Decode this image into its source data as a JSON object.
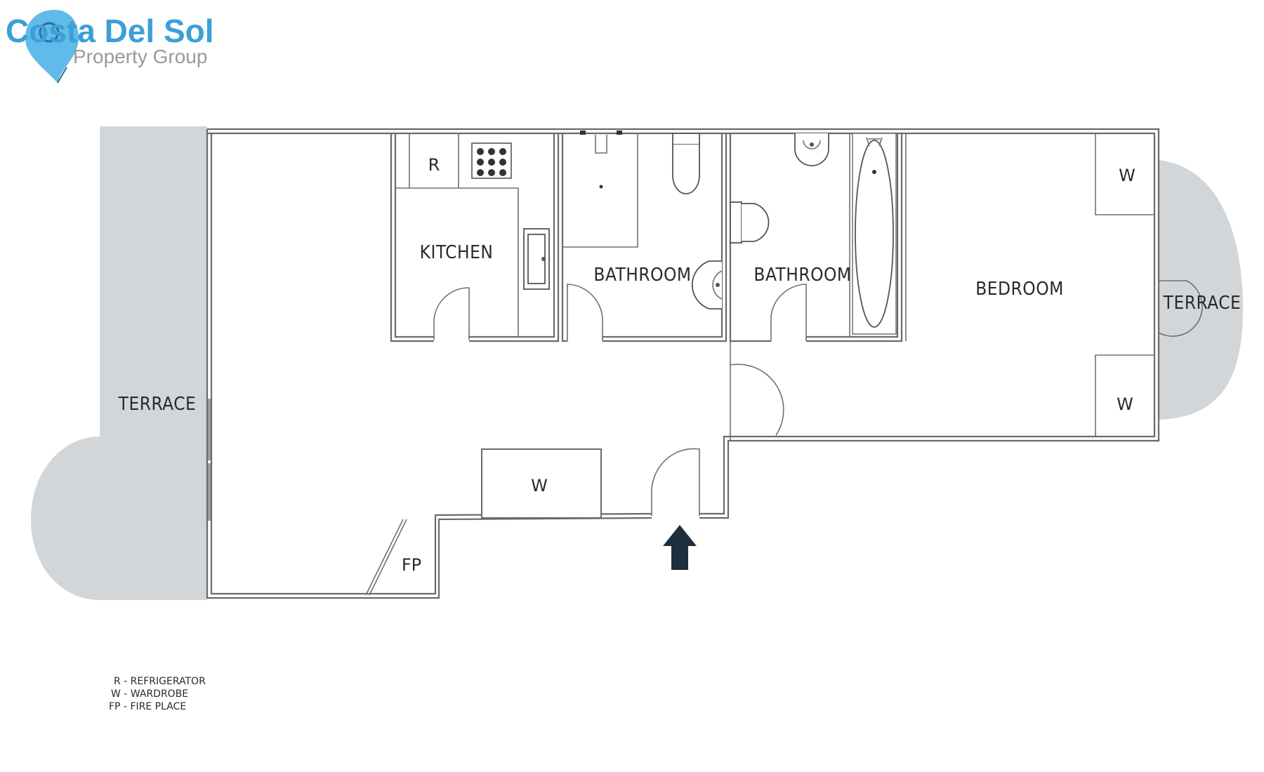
{
  "logo": {
    "title": "Costa Del Sol",
    "subtitle": "Property Group",
    "title_color": "#3d9fd8",
    "subtitle_color": "#9a9a9a",
    "icon": "map-pin-icon"
  },
  "rooms": {
    "terrace_left": "TERRACE",
    "kitchen": "KITCHEN",
    "bathroom_1": "BATHROOM",
    "bathroom_2": "BATHROOM",
    "bedroom": "BEDROOM",
    "terrace_right": "TERRACE"
  },
  "fixtures": {
    "refrigerator": "R",
    "wardrobe_top": "W",
    "wardrobe_bottom": "W",
    "wardrobe_hall": "W",
    "fireplace": "FP"
  },
  "legend": [
    "R - REFRIGERATOR",
    "W - WARDROBE",
    "FP - FIRE PLACE"
  ],
  "colors": {
    "terrace": "#d3d6d9",
    "entrance_arrow": "#1d2e3d",
    "walls": "#6a6a6a"
  },
  "icons": {
    "entrance": "entrance-arrow-icon"
  }
}
